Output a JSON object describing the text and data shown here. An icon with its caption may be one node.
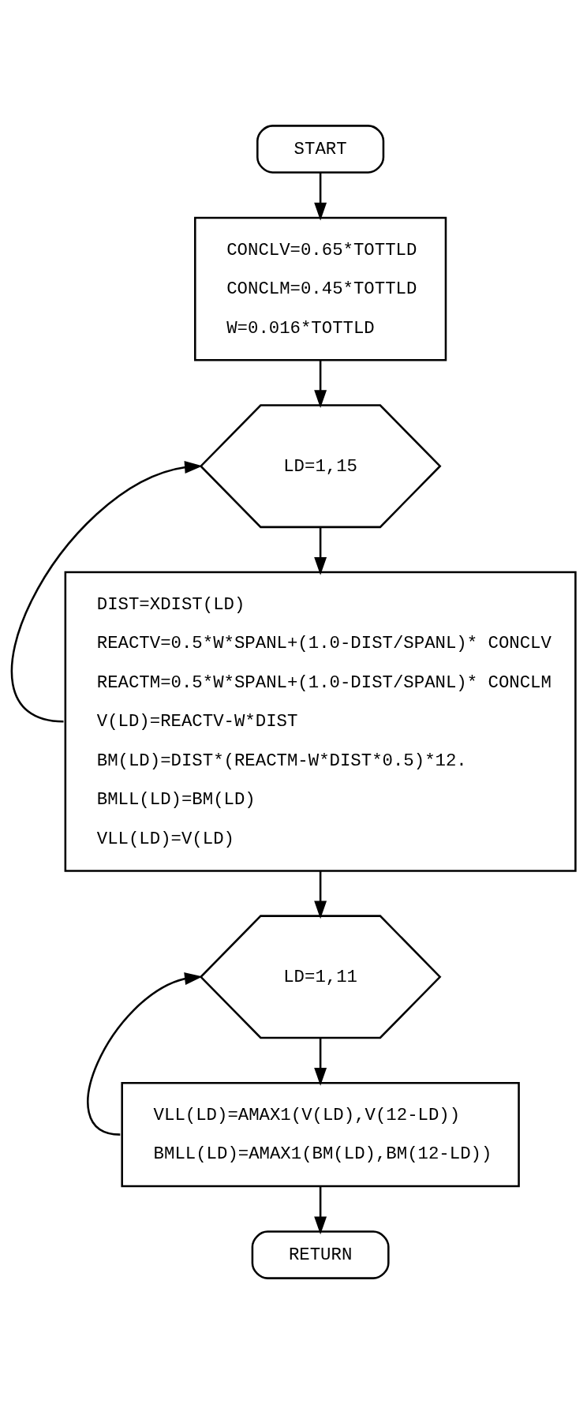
{
  "diagram": {
    "nodes": [
      {
        "text": [
          "START"
        ]
      },
      {
        "text": [
          "CONCLV=0.65*TOTTLD",
          "CONCLM=0.45*TOTTLD",
          "W=0.016*TOTTLD"
        ]
      },
      {
        "text": [
          "LD=1,15"
        ]
      },
      {
        "text": [
          "DIST=XDIST(LD)",
          "REACTV=0.5*W*SPANL+(1.0-DIST/SPANL)* CONCLV",
          "REACTM=0.5*W*SPANL+(1.0-DIST/SPANL)* CONCLM",
          "V(LD)=REACTV-W*DIST",
          "BM(LD)=DIST*(REACTM-W*DIST*0.5)*12.",
          "BMLL(LD)=BM(LD)",
          "VLL(LD)=V(LD)"
        ]
      },
      {
        "text": [
          "LD=1,11"
        ]
      },
      {
        "text": [
          "VLL(LD)=AMAX1(V(LD),V(12-LD))",
          "BMLL(LD)=AMAX1(BM(LD),BM(12-LD))"
        ]
      },
      {
        "text": [
          "RETURN"
        ]
      }
    ],
    "edges": [
      {
        "from": 0,
        "to": 1,
        "arrow": "to"
      },
      {
        "from": 1,
        "to": 2,
        "arrow": "to"
      },
      {
        "from": 2,
        "to": 3,
        "arrow": "to"
      },
      {
        "from": 3,
        "to": 2,
        "arrow": "to"
      },
      {
        "from": 3,
        "to": 4,
        "arrow": "to"
      },
      {
        "from": 4,
        "to": 5,
        "arrow": "to"
      },
      {
        "from": 5,
        "to": 4,
        "arrow": "to"
      },
      {
        "from": 5,
        "to": 6,
        "arrow": "to"
      }
    ]
  }
}
